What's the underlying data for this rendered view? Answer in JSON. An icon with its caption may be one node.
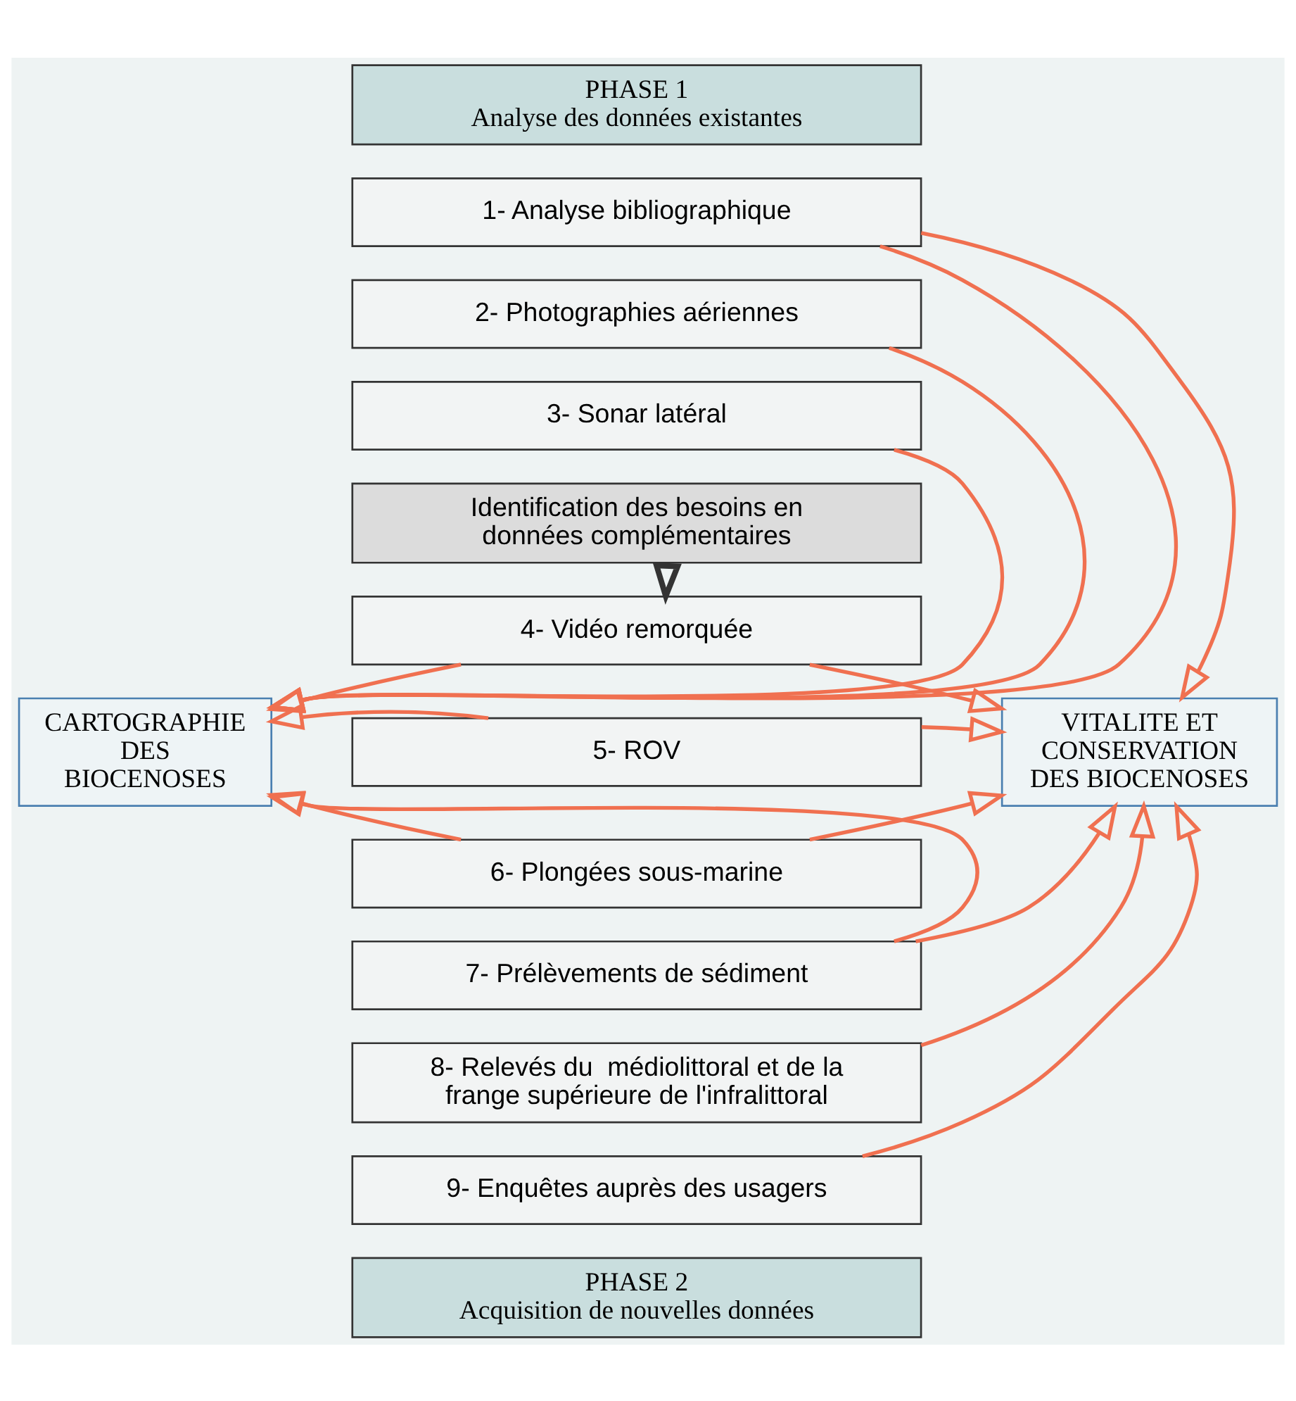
{
  "diagram": {
    "nodes": [
      {
        "text": [
          "PHASE 1",
          "Analyse des données existantes"
        ]
      },
      {
        "text": [
          "1- Analyse bibliographique"
        ]
      },
      {
        "text": [
          "2- Photographies aériennes"
        ]
      },
      {
        "text": [
          "3- Sonar latéral"
        ]
      },
      {
        "text": [
          "Identification des besoins en données complémentaires"
        ]
      },
      {
        "text": [
          "4- Vidéo remorquée"
        ]
      },
      {
        "text": [
          "5- ROV"
        ]
      },
      {
        "text": [
          "6- Plongées sous-marine"
        ]
      },
      {
        "text": [
          "7- Prélèvements de sédiment"
        ]
      },
      {
        "text": [
          "8- Relevés du  médiolittoral et de la frange supérieure de l'infralittoral"
        ]
      },
      {
        "text": [
          "9- Enquêtes auprès des usagers"
        ]
      },
      {
        "text": [
          "CARTOGRAPHIE DES BIOCENOSES"
        ]
      },
      {
        "text": [
          "VITALITE ET CONSERVATION DES BIOCENOSES"
        ]
      },
      {
        "text": [
          "PHASE 2",
          "Acquisition de nouvelles données"
        ]
      }
    ],
    "edges": [
      {
        "from": 1,
        "to": 11,
        "arrow": "to"
      },
      {
        "from": 2,
        "to": 11,
        "arrow": "to"
      },
      {
        "from": 3,
        "to": 11,
        "arrow": "to"
      },
      {
        "from": 5,
        "to": 11,
        "arrow": "to"
      },
      {
        "from": 6,
        "to": 11,
        "arrow": "to"
      },
      {
        "from": 7,
        "to": 11,
        "arrow": "to"
      },
      {
        "from": 8,
        "to": 11,
        "arrow": "to"
      },
      {
        "from": 1,
        "to": 12,
        "arrow": "to"
      },
      {
        "from": 5,
        "to": 12,
        "arrow": "to"
      },
      {
        "from": 6,
        "to": 12,
        "arrow": "to"
      },
      {
        "from": 7,
        "to": 12,
        "arrow": "to"
      },
      {
        "from": 8,
        "to": 12,
        "arrow": "to"
      },
      {
        "from": 9,
        "to": 12,
        "arrow": "to"
      },
      {
        "from": 10,
        "to": 12,
        "arrow": "to"
      },
      {
        "from": 4,
        "to": 5,
        "arrow": "to",
        "color": "#333333",
        "style": "thick"
      }
    ]
  }
}
